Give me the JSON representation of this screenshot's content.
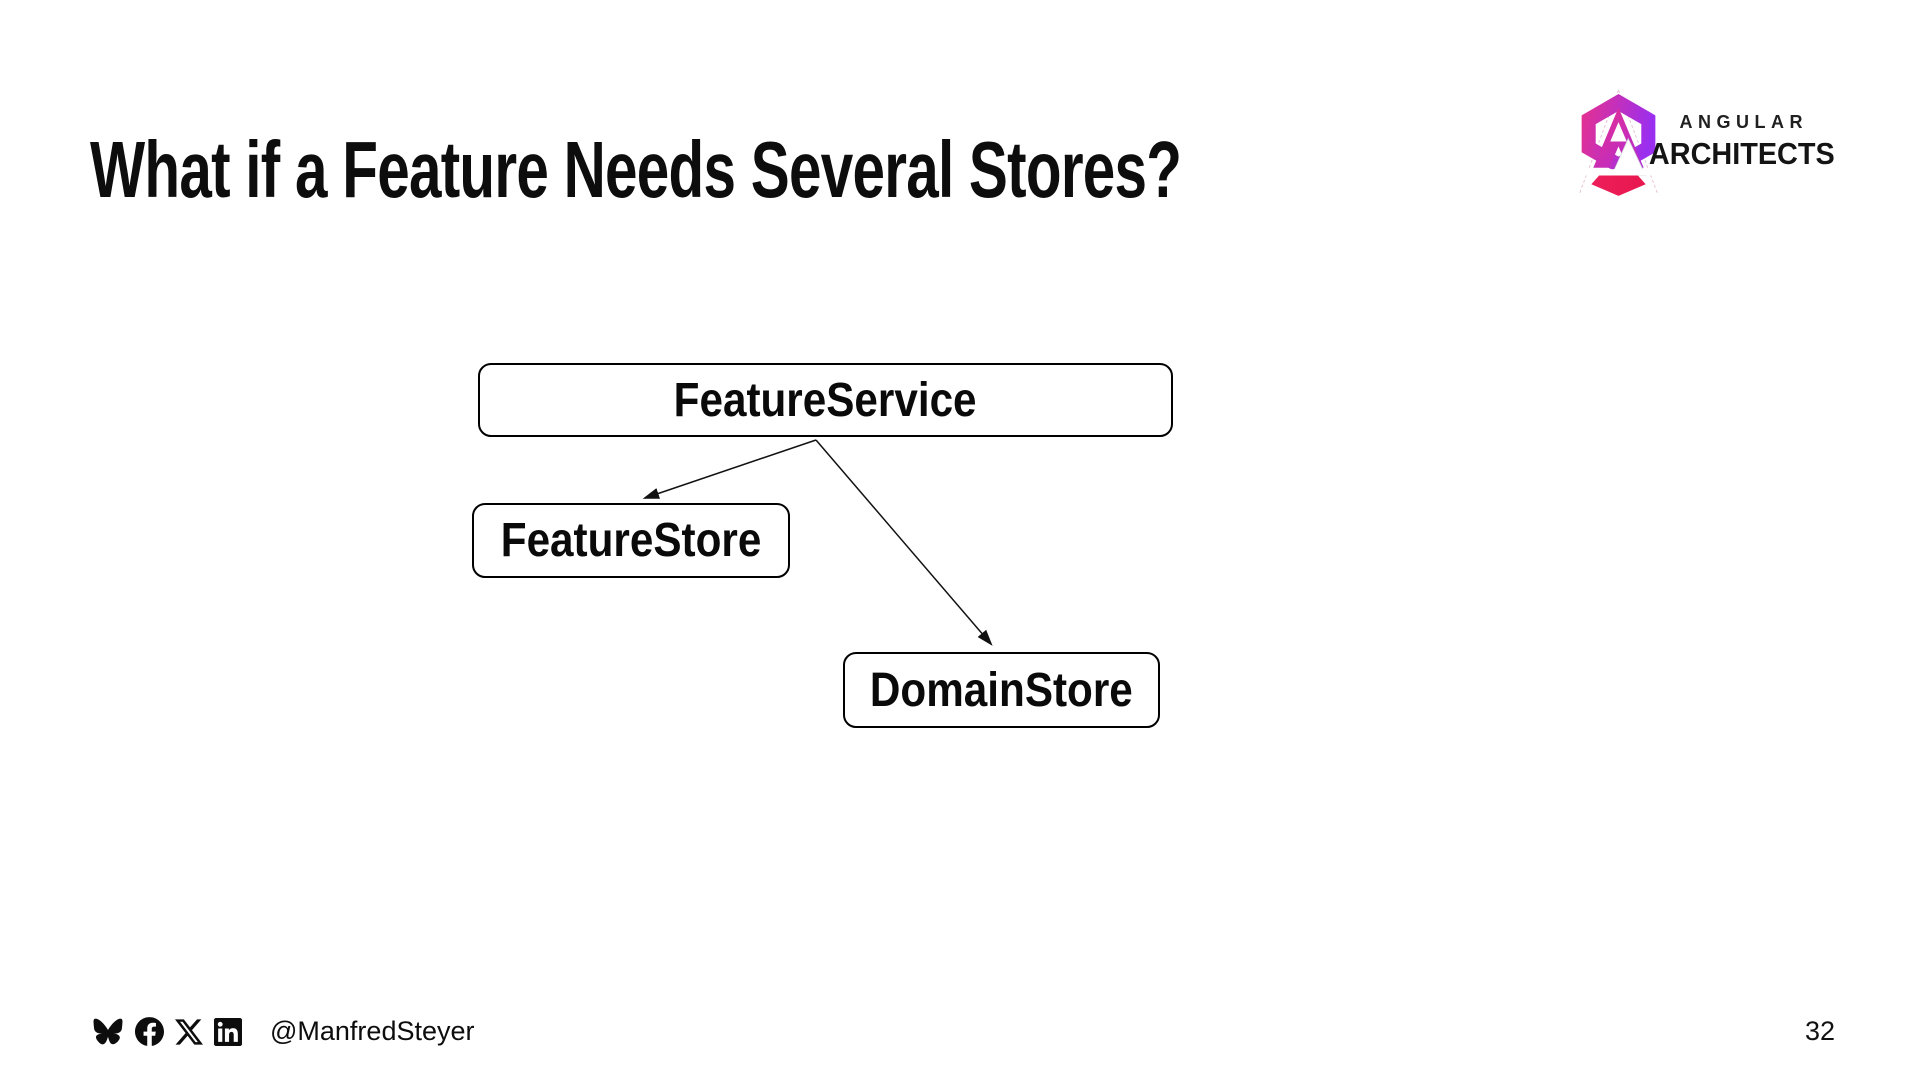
{
  "slide": {
    "title": "What if a Feature Needs Several Stores?",
    "page_number": "32"
  },
  "logo": {
    "name": "Angular Architects",
    "line1": "ANGULAR",
    "line2": "ARCHITECTS",
    "colors": {
      "pink": "#E8308C",
      "purple": "#9A2FF0",
      "crimson": "#E8174E",
      "text": "#141414"
    }
  },
  "diagram": {
    "nodes": [
      {
        "id": "feature-service",
        "label": "FeatureService"
      },
      {
        "id": "feature-store",
        "label": "FeatureStore"
      },
      {
        "id": "domain-store",
        "label": "DomainStore"
      }
    ],
    "edges": [
      {
        "from": "feature-service",
        "to": "feature-store"
      },
      {
        "from": "feature-service",
        "to": "domain-store"
      }
    ]
  },
  "footer": {
    "handle": "@ManfredSteyer",
    "icons": [
      "bluesky-icon",
      "facebook-icon",
      "x-icon",
      "linkedin-icon"
    ]
  }
}
